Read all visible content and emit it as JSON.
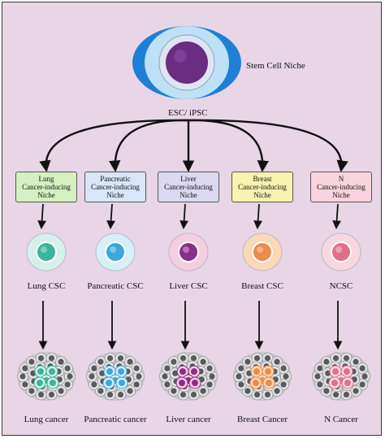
{
  "stem_cell_label": "Stem Cell  Niche",
  "source_label": "ESC/ iPSC",
  "branches": [
    {
      "niche": "Lung\nCancer-inducing\nNiche",
      "niche_color": "#d6f0c2",
      "csc": "Lung CSC",
      "cancer": "Lung cancer",
      "cell_color": "#3cb39a",
      "cell_bg": "#d6f0ea"
    },
    {
      "niche": "Pancreatic\nCancer-inducing\nNiche",
      "niche_color": "#d8e6f7",
      "csc": "Pancreatic CSC",
      "cancer": "Pancreatic cancer",
      "cell_color": "#3ea6d8",
      "cell_bg": "#d8eef8"
    },
    {
      "niche": "Liver\nCancer-inducing\nNiche",
      "niche_color": "#dcd8f0",
      "csc": "Liver CSC",
      "cancer": "Liver cancer",
      "cell_color": "#8a2f86",
      "cell_bg": "#f4cfe0"
    },
    {
      "niche": "Breast\nCancer-inducing\nNiche",
      "niche_color": "#f7f3b0",
      "csc": "Breast CSC",
      "cancer": "Breast Cancer",
      "cell_color": "#ee8a4a",
      "cell_bg": "#fbd8b8"
    },
    {
      "niche": "N\nCancer-inducing\nNiche",
      "niche_color": "#f9d3dd",
      "csc": "NCSC",
      "cancer": "N Cancer",
      "cell_color": "#e0708a",
      "cell_bg": "#f8d8e0"
    }
  ],
  "colors": {
    "background": "#e8d6e6",
    "niche_outer": "#1f7fd6",
    "niche_inner": "#9fd0f2",
    "stem_cell": "#6a2d82",
    "arrow": "#111111",
    "tumor_cell": "#8a8a8a"
  }
}
